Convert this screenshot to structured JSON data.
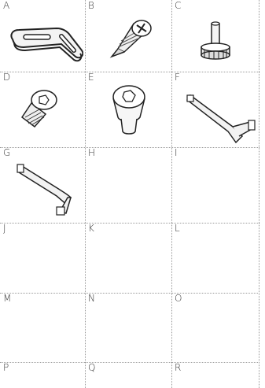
{
  "cells": [
    {
      "label": "A",
      "icon": "l-bracket-icon"
    },
    {
      "label": "B",
      "icon": "countersunk-phillips-screw-icon"
    },
    {
      "label": "C",
      "icon": "thumb-screw-icon"
    },
    {
      "label": "D",
      "icon": "button-head-screw-icon"
    },
    {
      "label": "E",
      "icon": "socket-cap-screw-icon"
    },
    {
      "label": "F",
      "icon": "hex-key-icon"
    },
    {
      "label": "G",
      "icon": "hex-key-icon"
    },
    {
      "label": "H",
      "icon": ""
    },
    {
      "label": "I",
      "icon": ""
    },
    {
      "label": "J",
      "icon": ""
    },
    {
      "label": "K",
      "icon": ""
    },
    {
      "label": "L",
      "icon": ""
    },
    {
      "label": "M",
      "icon": ""
    },
    {
      "label": "N",
      "icon": ""
    },
    {
      "label": "O",
      "icon": ""
    },
    {
      "label": "P",
      "icon": ""
    },
    {
      "label": "Q",
      "icon": ""
    },
    {
      "label": "R",
      "icon": ""
    }
  ]
}
